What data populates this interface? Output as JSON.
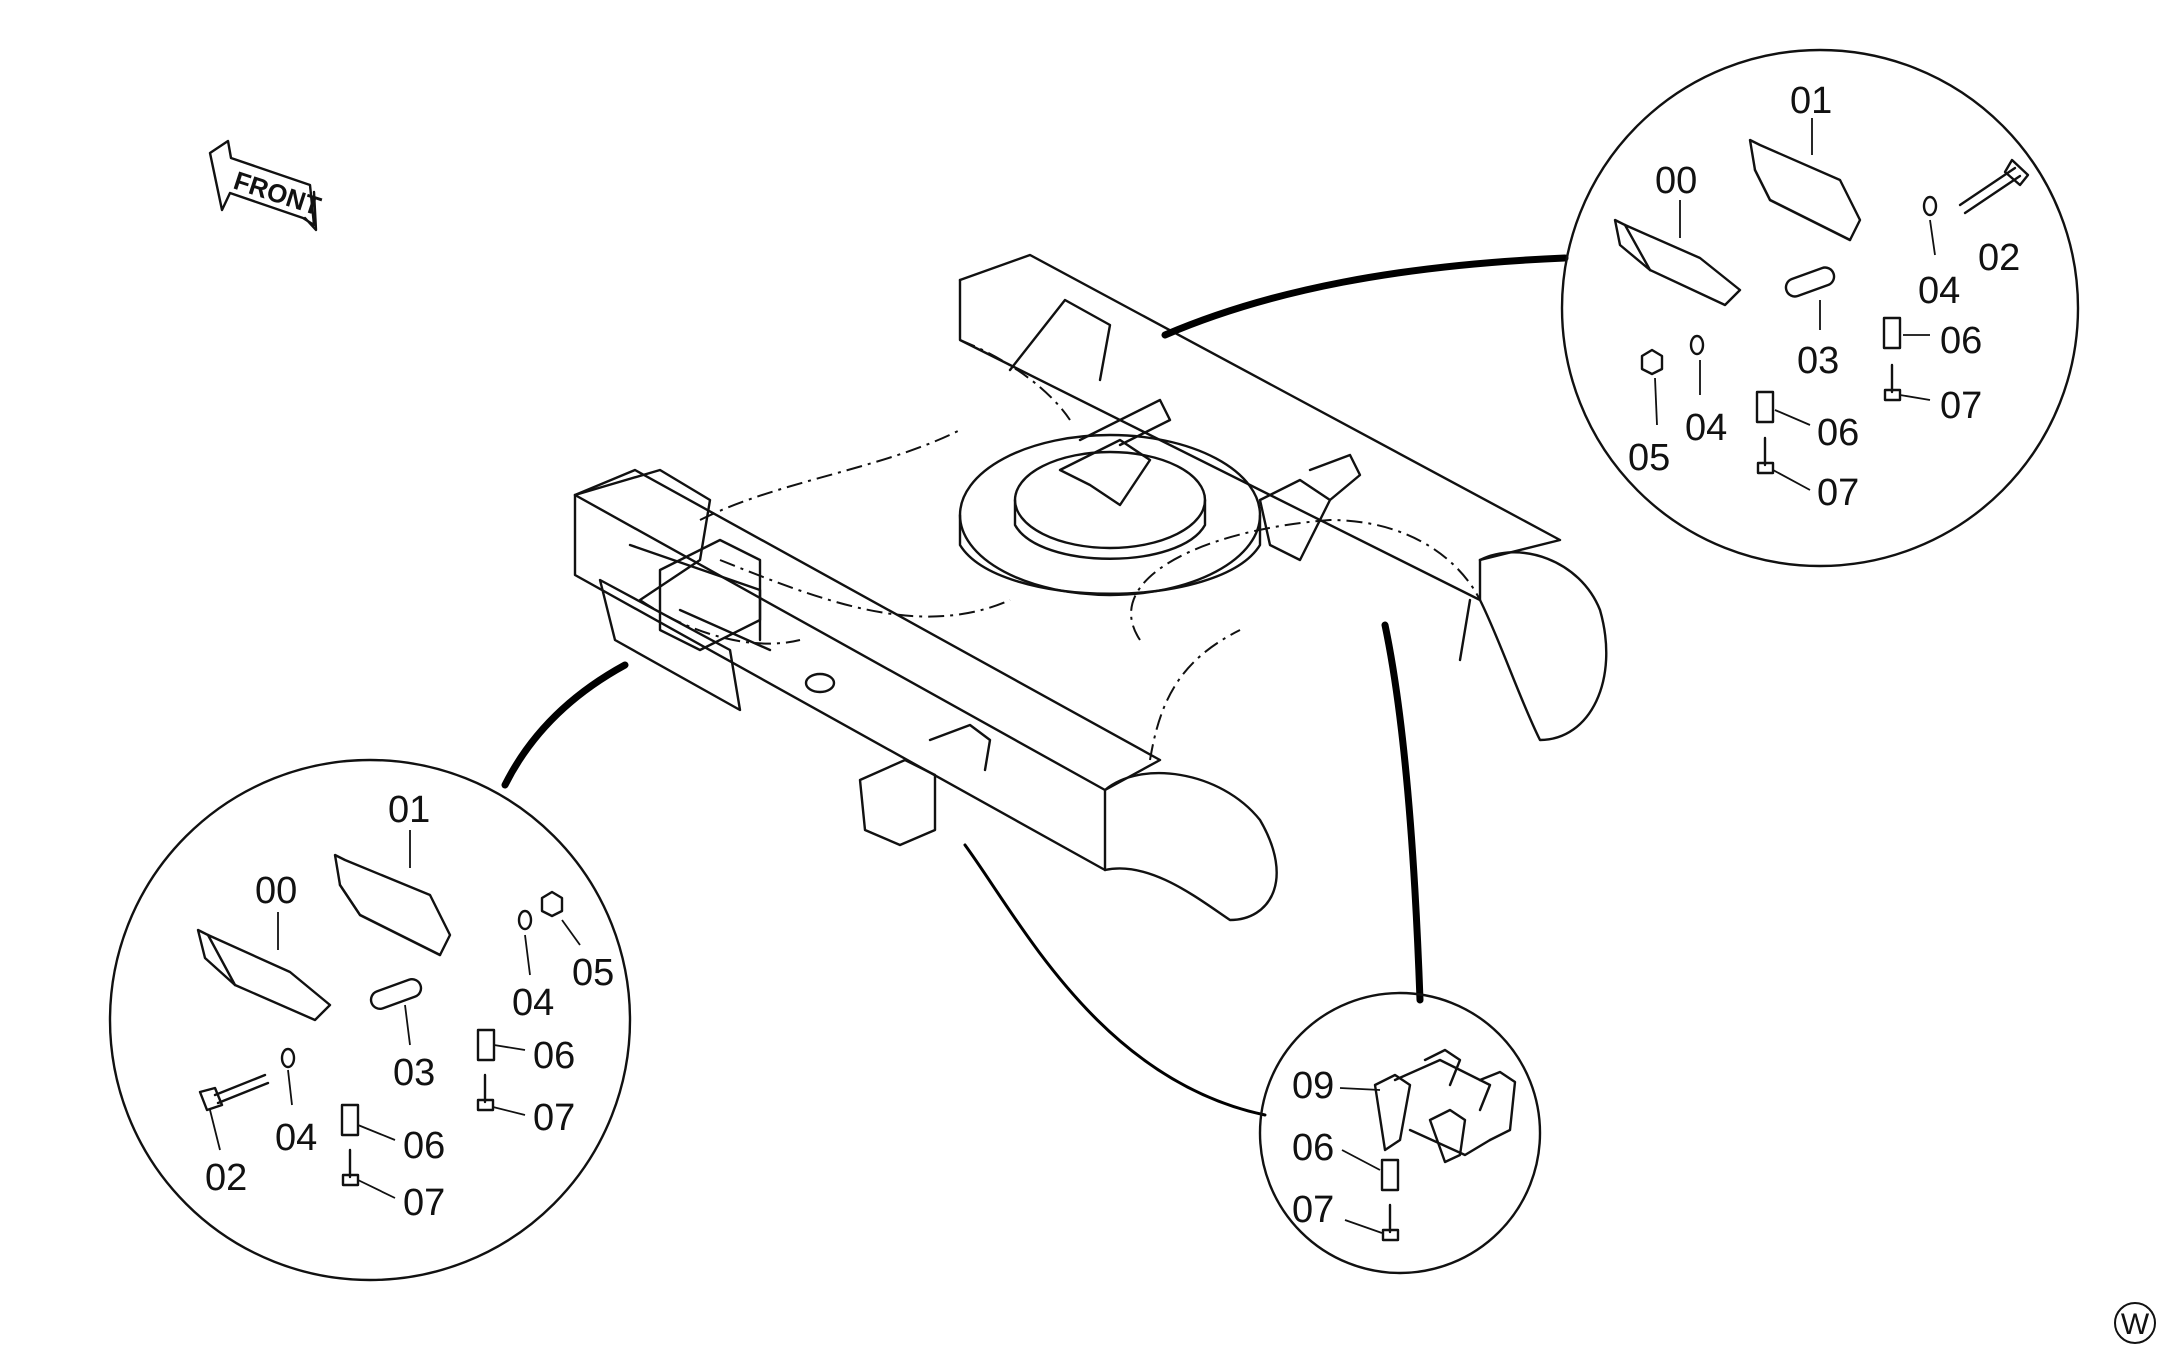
{
  "front_arrow": {
    "label": "FRONT"
  },
  "watermark": {
    "label": "W"
  },
  "callout_top_right": {
    "labels": [
      "01",
      "00",
      "02",
      "04",
      "03",
      "06",
      "07",
      "05",
      "04",
      "06",
      "07"
    ]
  },
  "callout_bottom_left": {
    "labels": [
      "01",
      "00",
      "05",
      "04",
      "03",
      "06",
      "07",
      "04",
      "02",
      "06",
      "07"
    ]
  },
  "callout_bottom_middle": {
    "labels": [
      "09",
      "06",
      "07"
    ]
  }
}
